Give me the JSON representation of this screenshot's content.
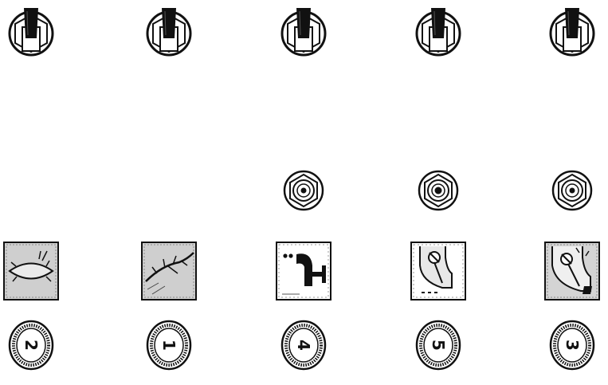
{
  "panel": {
    "columns": [
      {
        "id": "c1",
        "pictogram": "crack-in-lens-icon",
        "has_knob": false,
        "number": "2"
      },
      {
        "id": "c2",
        "pictogram": "cracked-surface-icon",
        "has_knob": false,
        "number": "1"
      },
      {
        "id": "c3",
        "pictogram": "faucet-drip-icon",
        "has_knob": true,
        "number": "4"
      },
      {
        "id": "c4",
        "pictogram": "valve-pipe-icon",
        "has_knob": true,
        "number": "5"
      },
      {
        "id": "c5",
        "pictogram": "leaking-valve-icon",
        "has_knob": true,
        "number": "3"
      }
    ]
  }
}
